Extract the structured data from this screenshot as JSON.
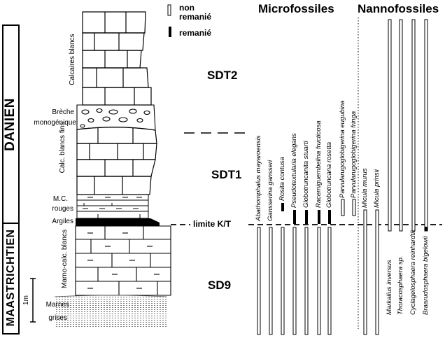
{
  "stages": {
    "upper": "DANIEN",
    "lower": "MAASTRICHTIEN"
  },
  "lithology_labels": {
    "calcaires_blancs": "Calcaires blancs",
    "breche_line1": "Brèche",
    "breche_line2": "monogénique",
    "calc_blancs_fins": "Calc. blancs fins",
    "mc_line1": "M.C.",
    "mc_line2": "rouges",
    "argiles": "Argiles",
    "marno_calc": "Marno-calc. blancs",
    "marnes_line1": "Marnes",
    "marnes_line2": "grises"
  },
  "sequences": {
    "sdt2": "SDT2",
    "sdt1": "SDT1",
    "sd9": "SD9"
  },
  "boundary_label": "limite K/T",
  "scale_label": "1m",
  "legend": {
    "non_remanie_line1": "non",
    "non_remanie_line2": "remanié",
    "remanie": "remanié"
  },
  "headings": {
    "microfossiles": "Microfossiles",
    "nannofossiles": "Nannofossiles"
  },
  "microfossil_taxa": [
    "Abathomphalus mayaroensis",
    "Gansserina gansseri",
    "Rosita contusa",
    "Pseudotextularia elegans",
    "Globotruncanita stuarti",
    "Racemiguembelina fructicosa",
    "Globotruncana rosetta",
    "Parvularugoglobigerina eugubina",
    "Parvularugoglobigerina fringa"
  ],
  "nannofossil_taxa": [
    "Micula murus",
    "Micula prinsii",
    "Markalius inversus",
    "Thoracosphaera sp.",
    "Cyclagelosphaera reinhardtii",
    "Braarudosphaera bigelowii"
  ],
  "colors": {
    "line": "#000000",
    "hatch": "#555555",
    "background": "#ffffff"
  }
}
